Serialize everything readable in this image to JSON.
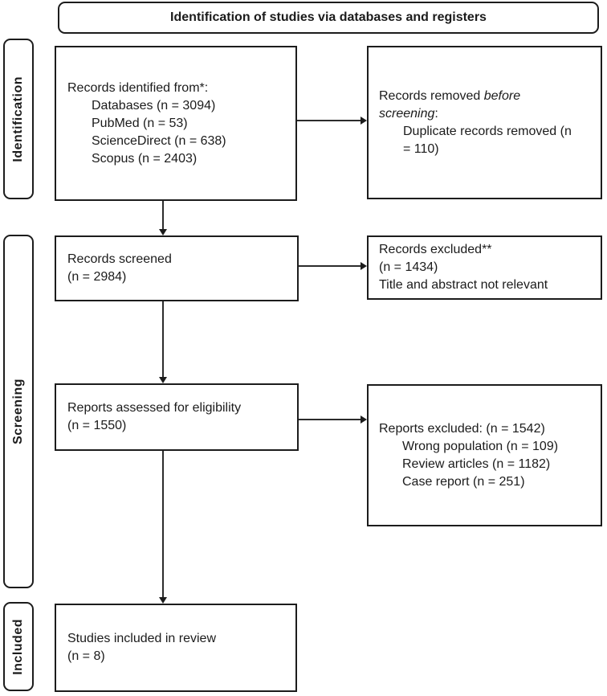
{
  "header": {
    "title": "Identification of studies via databases and registers"
  },
  "sidebar": {
    "identification_label": "Identification",
    "screening_label": "Screening",
    "included_label": "Included"
  },
  "boxes": {
    "identified": {
      "title": "Records identified from*:",
      "items": [
        "Databases (n = 3094)",
        "PubMed (n = 53)",
        "ScienceDirect (n = 638)",
        "Scopus (n = 2403)"
      ]
    },
    "removed": {
      "text_normal1": "Records removed ",
      "text_italic": "before screening",
      "text_colon": ":",
      "items": [
        "Duplicate records removed  (n = 110)"
      ]
    },
    "screened": {
      "lines": [
        "Records screened",
        "(n = 2984)"
      ]
    },
    "records_excluded": {
      "lines": [
        "Records excluded**",
        "(n = 1434)",
        "Title and abstract not relevant"
      ]
    },
    "assessed": {
      "lines": [
        "Reports assessed for eligibility",
        "(n = 1550)"
      ]
    },
    "reports_excluded": {
      "title": "Reports excluded: (n = 1542)",
      "items": [
        "Wrong population (n = 109)",
        "Review articles (n = 1182)",
        "Case report (n = 251)"
      ]
    },
    "included_studies": {
      "lines": [
        "Studies included in review",
        "(n = 8)"
      ]
    }
  },
  "colors": {
    "border": "#1c1c1c",
    "text": "#1b1b1b",
    "background": "#ffffff"
  }
}
